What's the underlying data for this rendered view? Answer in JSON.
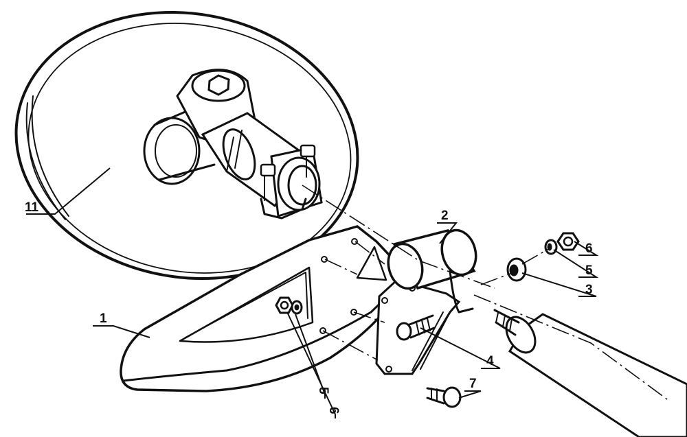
{
  "callouts": {
    "c1": "1",
    "c2": "2",
    "c3": "3",
    "c4": "4",
    "c5a": "5",
    "c6a": "6",
    "c5b": "5",
    "c6b": "6",
    "c7": "7",
    "c11": "11"
  },
  "icons": [
    "blade-disc",
    "gearbox-head",
    "tube-clamp",
    "guard-shield",
    "mounting-bracket",
    "bushing-sleeve",
    "spacer",
    "lock-washer",
    "hex-nut",
    "bolt",
    "screw",
    "drive-shaft-tube"
  ]
}
